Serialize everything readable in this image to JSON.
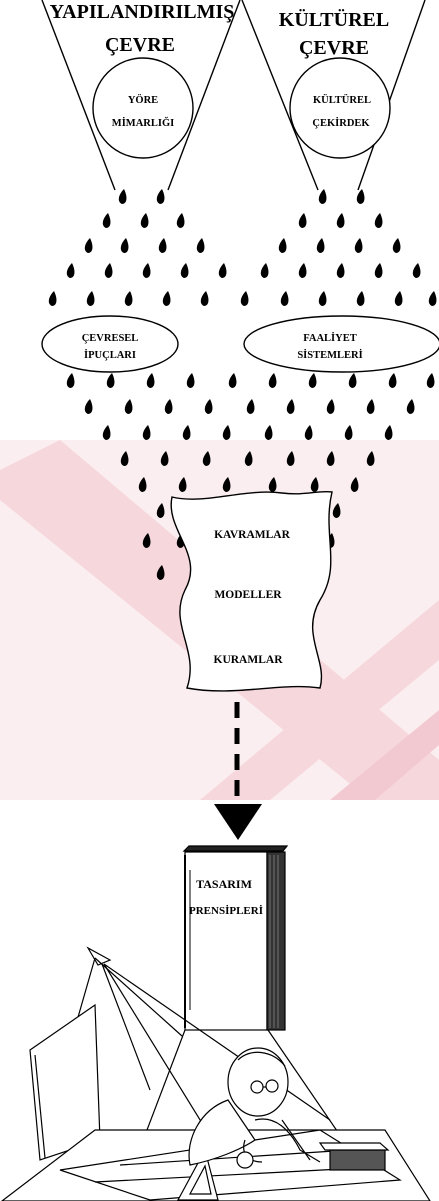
{
  "diagram": {
    "top_left": {
      "title_line1": "YAPILANDIRILMIŞ",
      "title_line2": "ÇEVRE",
      "core_line1": "YÖRE",
      "core_line2": "MİMARLIĞI"
    },
    "top_right": {
      "title_line1": "KÜLTÜREL",
      "title_line2": "ÇEVRE",
      "core_line1": "KÜLTÜREL",
      "core_line2": "ÇEKİRDEK"
    },
    "left_ellipse": {
      "line1": "ÇEVRESEL",
      "line2": "İPUÇLARI"
    },
    "right_ellipse": {
      "line1": "FAALİYET",
      "line2": "SİSTEMLERİ"
    },
    "paper": {
      "item1": "KAVRAMLAR",
      "item2": "MODELLER",
      "item3": "KURAMLAR"
    },
    "book": {
      "line1": "TASARIM",
      "line2": "PRENSİPLERİ"
    }
  },
  "colors": {
    "ink": "#000000",
    "watermark": "#f7dde1"
  }
}
